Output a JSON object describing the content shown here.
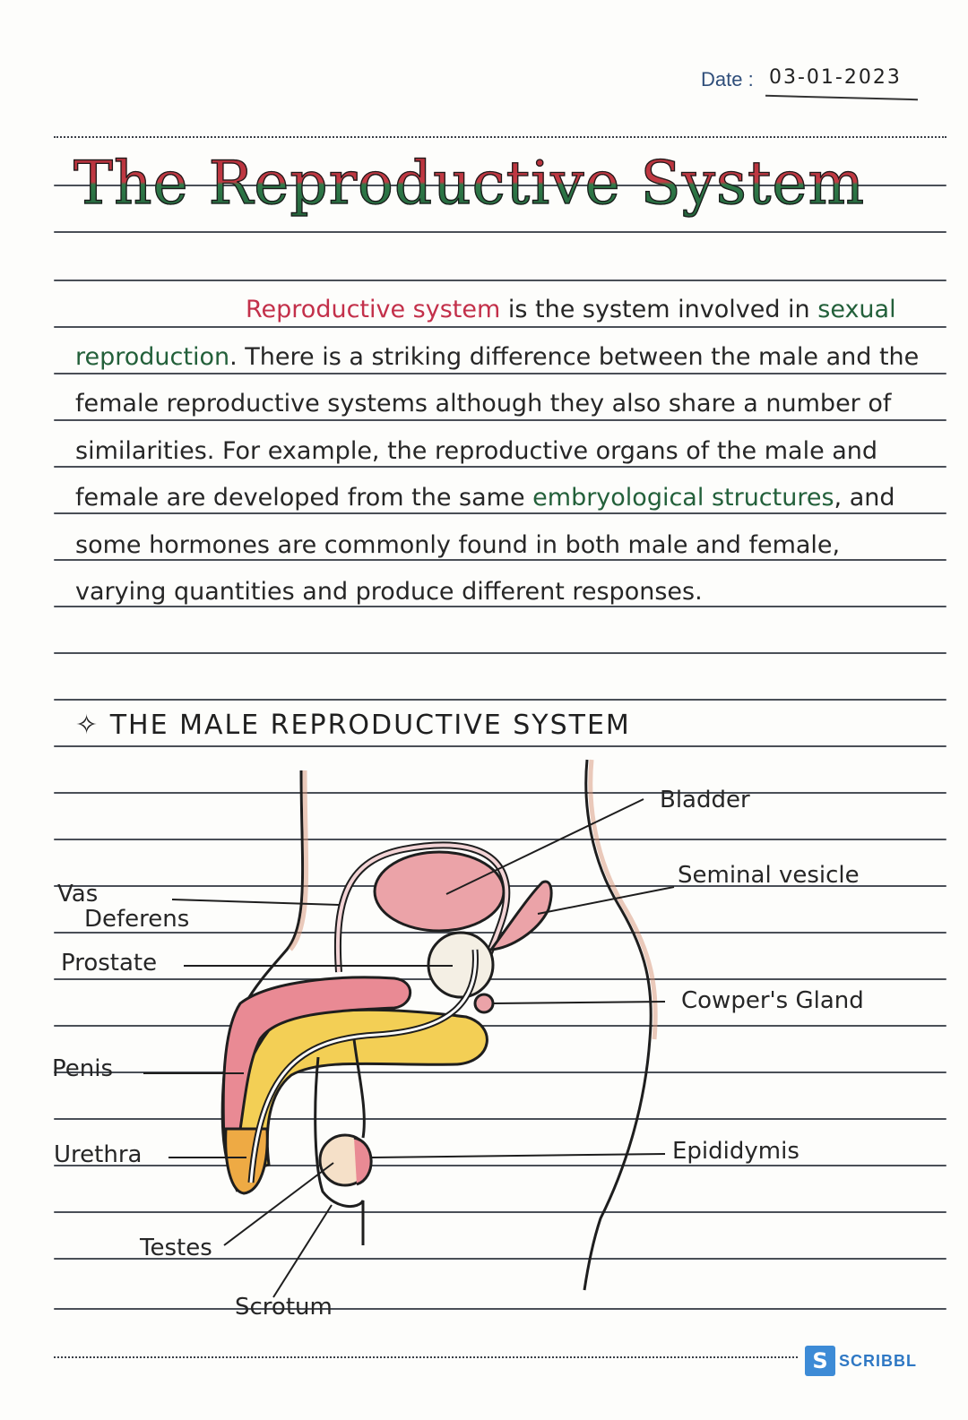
{
  "header": {
    "date_label": "Date :",
    "date_value": "03-01-2023"
  },
  "title": "The Reproductive System",
  "intro": {
    "highlight_red": "Reproductive system",
    "text_1": " is the system involved in",
    "highlight_green_1": "sexual reproduction",
    "text_2": ". There is a striking difference between the male and the female reproductive systems although they also share a number of similarities. For example, the reproductive organs of the male and female are developed from the same ",
    "highlight_green_2": "embryological structures",
    "text_3": ", and some hormones are commonly found in both male and female, varying quantities and produce different responses."
  },
  "section": {
    "bullet_icon": "✧",
    "heading": "THE MALE REPRODUCTIVE SYSTEM"
  },
  "diagram": {
    "labels_left": [
      "Vas Deferens",
      "Prostate",
      "Penis",
      "Urethra",
      "Testes",
      "Scrotum"
    ],
    "labels_right": [
      "Bladder",
      "Seminal vesicle",
      "Cowper's Gland",
      "Epididymis"
    ],
    "vas_line1": "Vas",
    "vas_line2": "Deferens",
    "prostate": "Prostate",
    "penis": "Penis",
    "urethra": "Urethra",
    "testes": "Testes",
    "scrotum": "Scrotum",
    "bladder": "Bladder",
    "seminal_vesicle": "Seminal vesicle",
    "cowpers_gland": "Cowper's Gland",
    "epididymis": "Epididymis",
    "colors": {
      "pink": "#e98a94",
      "yellow": "#f3cf55",
      "orange": "#eeaa44",
      "outline": "#1e1e1e"
    }
  },
  "footer": {
    "logo_icon": "S",
    "logo_text": "SCRIBBL"
  }
}
